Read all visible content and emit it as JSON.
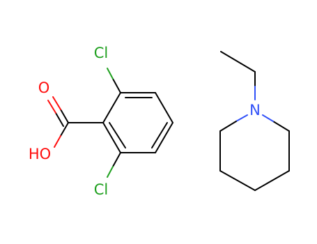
{
  "molecules": [
    {
      "atoms": [
        {
          "id": "cl_top",
          "label": "Cl",
          "color": "#1fa01f"
        },
        {
          "id": "o_carbonyl",
          "label": "O",
          "color": "#ff0d0d"
        },
        {
          "id": "o_hydroxyl",
          "label": "HO",
          "color": "#ff0d0d"
        },
        {
          "id": "cl_bottom",
          "label": "Cl",
          "color": "#1fa01f"
        }
      ]
    },
    {
      "atoms": [
        {
          "id": "n_ring",
          "label": "N",
          "color": "#3050f8"
        }
      ]
    }
  ],
  "colors": {
    "bond": "#000000",
    "oxygen": "#ff0d0d",
    "chlorine": "#1fa01f",
    "nitrogen": "#3050f8",
    "background": "#ffffff"
  }
}
